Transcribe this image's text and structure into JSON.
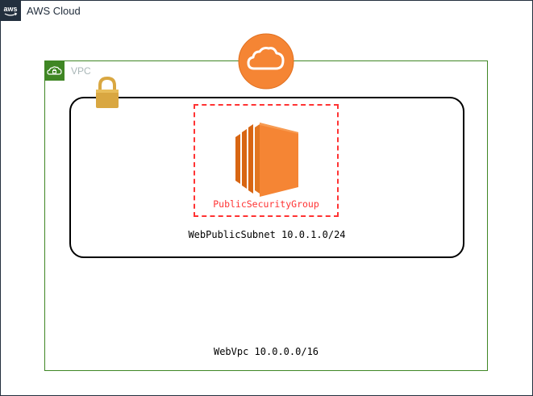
{
  "aws_cloud": {
    "title": "AWS Cloud",
    "icon": "aws-logo-icon",
    "color": "#232f3e"
  },
  "vpc": {
    "title": "VPC",
    "icon": "vpc-cloud-lock-icon",
    "color": "#3f8624",
    "label": "WebVpc 10.0.0.0/16"
  },
  "internet_gateway": {
    "icon": "cloud-icon",
    "color": "#f58534"
  },
  "subnet": {
    "label": "WebPublicSubnet 10.0.1.0/24",
    "icon": "lock-icon",
    "color": "#d9a741"
  },
  "security_group": {
    "label": "PublicSecurityGroup",
    "color": "#ff3333"
  },
  "ec2_instance": {
    "icon": "ec2-instance-icon",
    "color": "#f58534"
  }
}
